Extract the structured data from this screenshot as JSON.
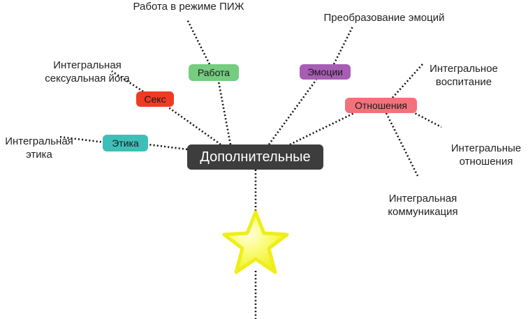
{
  "central": {
    "label": "Дополнительные"
  },
  "branches": {
    "rabota": "Работа",
    "emocii": "Эмоции",
    "seks": "Секс",
    "otnosheniya": "Отношения",
    "etika": "Этика"
  },
  "leaves": {
    "rabota_pij": "Работа в режиме ПИЖ",
    "preobrazovanie": "Преобразование эмоций",
    "vospitanie": "Интегральное\nвоспитание",
    "yoga": "Интегральная\nсексуальная йога",
    "etika": "Интегральная\nэтика",
    "otnosheniya": "Интегральные\nотношения",
    "kommunikaciya": "Интегральная\nкоммуникация"
  },
  "colors": {
    "central": "#3d3d3d",
    "rabota": "#76cc80",
    "emocii": "#a85db5",
    "seks": "#ef3b23",
    "otnosheniya": "#f2727c",
    "etika": "#3dbfb8",
    "star": "#f5f52a"
  },
  "icons": {
    "star": "star-icon"
  }
}
